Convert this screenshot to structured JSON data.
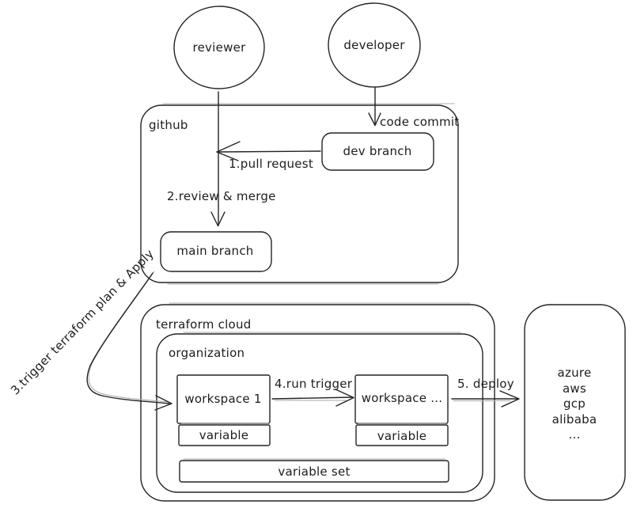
{
  "diagram": {
    "title": "terraform cloud gitops workflow",
    "colors": {
      "stroke": "#242424",
      "sketch_second_pass": "#a8a8a8",
      "background": "#ffffff",
      "text": "#1d1d1d"
    },
    "actors": {
      "reviewer": "reviewer",
      "developer": "developer"
    },
    "github": {
      "label": "github",
      "dev_branch": "dev branch",
      "main_branch": "main branch"
    },
    "terraform_cloud": {
      "label": "terraform cloud",
      "organization": "organization",
      "workspace_1": "workspace 1",
      "workspace_more": "workspace ...",
      "workspace_1_variable": "variable",
      "workspace_more_variable": "variable",
      "variable_set": "variable set"
    },
    "providers": {
      "lines": [
        "azure",
        "aws",
        "gcp",
        "alibaba",
        "..."
      ]
    },
    "flows": {
      "code_commit": "code commit",
      "pull_request": "1.pull request",
      "review_merge": "2.review & merge",
      "trigger_plan": "3.trigger terraform plan & Apply",
      "run_trigger": "4.run trigger",
      "deploy": "5. deploy"
    }
  }
}
